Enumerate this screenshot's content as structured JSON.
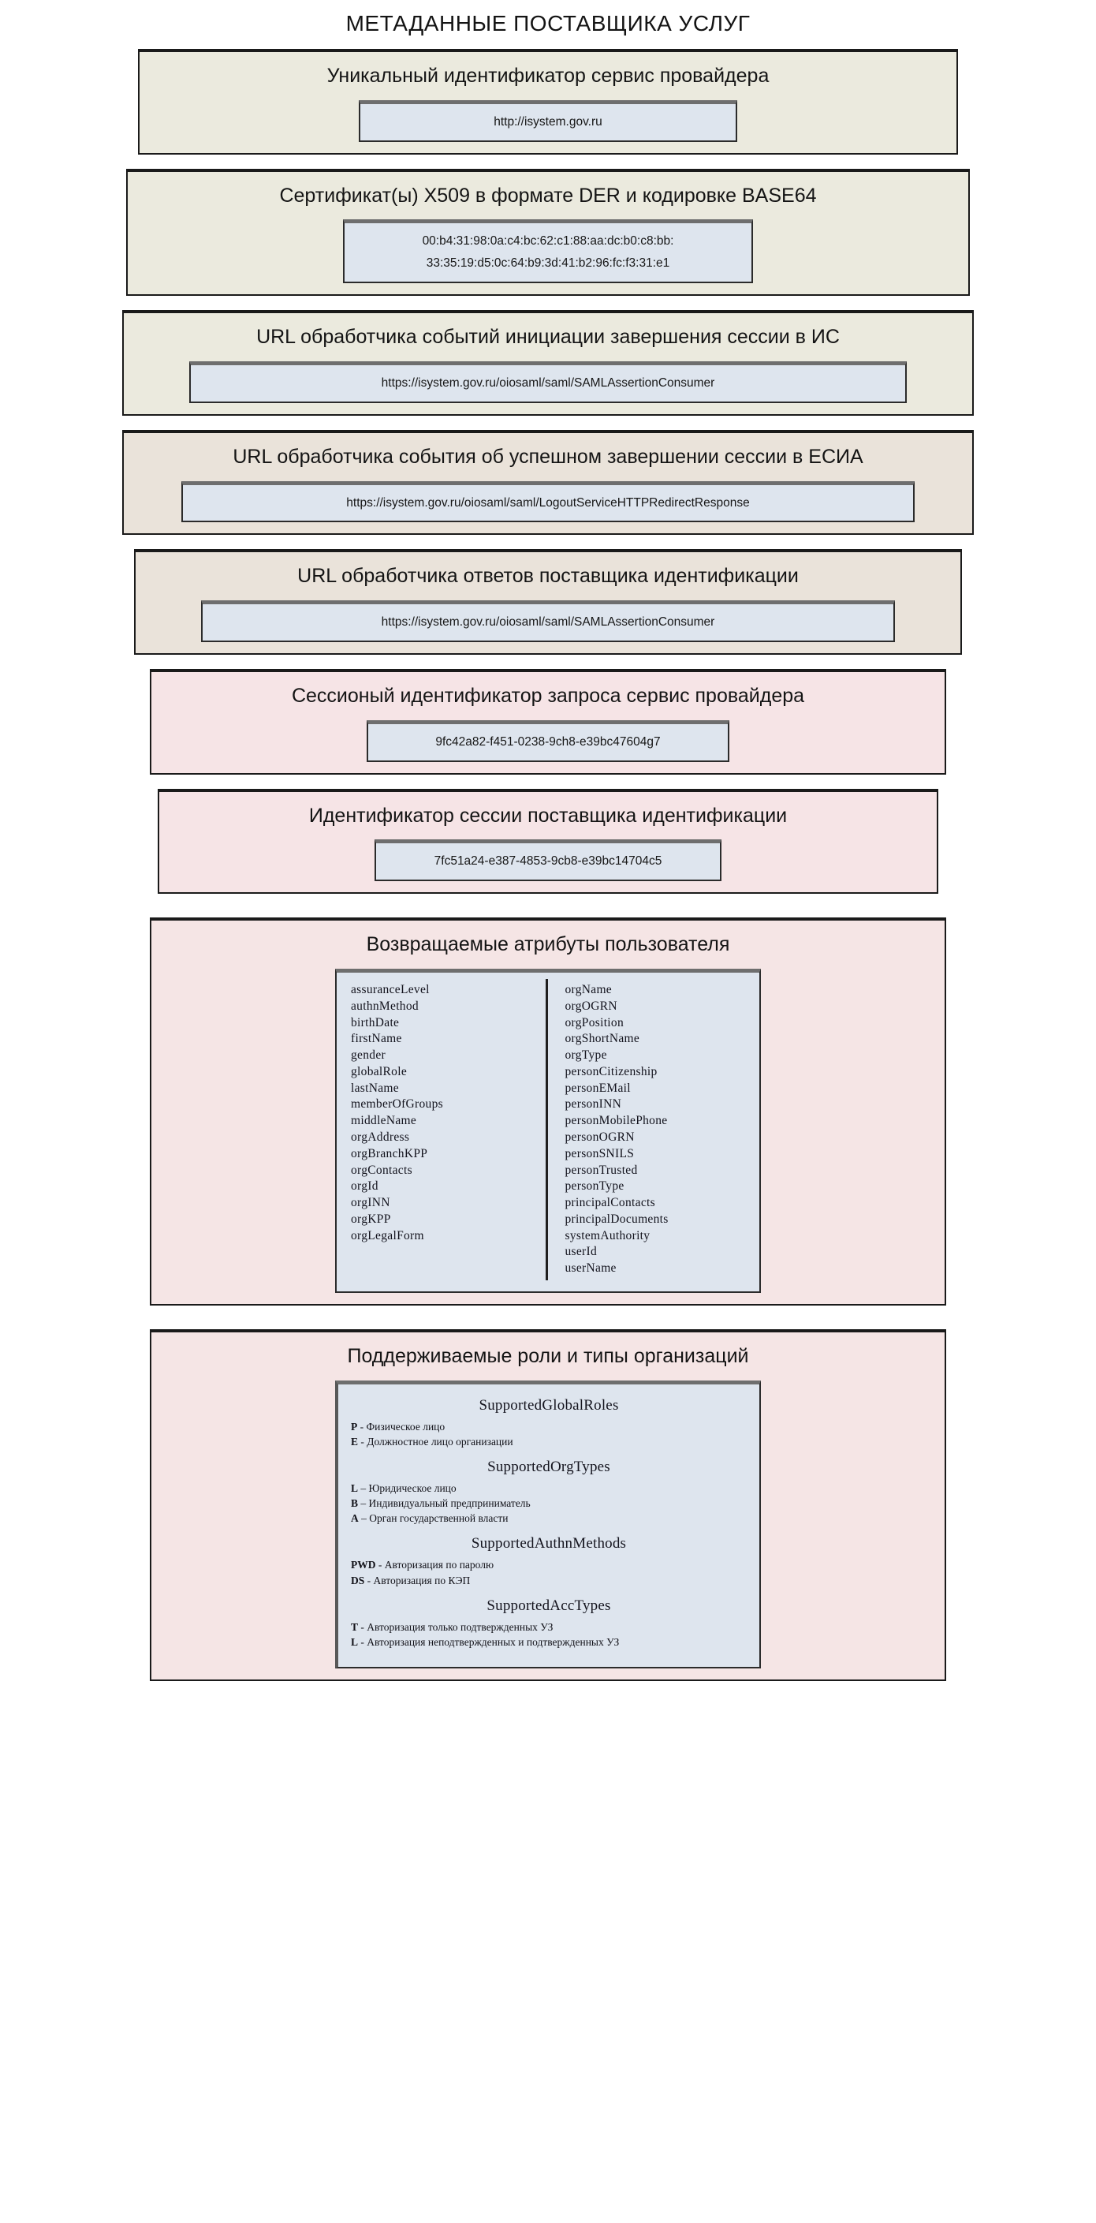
{
  "page": {
    "title": "МЕТАДАННЫЕ ПОСТАВЩИКА УСЛУГ"
  },
  "blocks": [
    {
      "name": "unique-service-provider-id",
      "title": "Уникальный идентификатор сервис провайдера",
      "value": "http://isystem.gov.ru",
      "bg": "#ebeade"
    },
    {
      "name": "x509-certificate",
      "title": "Сертификат(ы) X509 в формате DER и кодировке BASE64",
      "value_line1": "00:b4:31:98:0a:c4:bc:62:c1:88:aa:dc:b0:c8:bb:",
      "value_line2": "33:35:19:d5:0c:64:b9:3d:41:b2:96:fc:f3:31:e1",
      "bg": "#ebeade"
    },
    {
      "name": "logout-initiation-url",
      "title": "URL обработчика событий инициации завершения сессии в ИС",
      "value": "https://isystem.gov.ru/oiosaml/saml/SAMLAssertionConsumer",
      "bg": "#ebeade"
    },
    {
      "name": "logout-success-url",
      "title": "URL обработчика события об успешном завершении сессии в ЕСИА",
      "value": "https://isystem.gov.ru/oiosaml/saml/LogoutServiceHTTPRedirectResponse",
      "bg": "#eae3da"
    },
    {
      "name": "idp-response-handler-url",
      "title": "URL обработчика ответов поставщика идентификации",
      "value": "https://isystem.gov.ru/oiosaml/saml/SAMLAssertionConsumer",
      "bg": "#eae3da"
    },
    {
      "name": "sp-session-request-id",
      "title": "Сессионый идентификатор запроса сервис провайдера",
      "value": "9fc42a82-f451-0238-9ch8-e39bc47604g7",
      "bg": "#f6e4e6"
    },
    {
      "name": "idp-session-id",
      "title": "Идентификатор сессии поставщика идентификации",
      "value": "7fc51a24-e387-4853-9cb8-e39bc14704c5",
      "bg": "#f6e4e6"
    }
  ],
  "attributes_block": {
    "name": "returned-user-attributes",
    "title": "Возвращаемые атрибуты пользователя",
    "bg": "#f5e5e5",
    "column_left": [
      "assuranceLevel",
      "authnMethod",
      "birthDate",
      "firstName",
      "gender",
      "globalRole",
      "lastName",
      "memberOfGroups",
      "middleName",
      "orgAddress",
      "orgBranchKPP",
      "orgContacts",
      "orgId",
      "orgINN",
      "orgKPP",
      "orgLegalForm"
    ],
    "column_right": [
      "orgName",
      "orgOGRN",
      "orgPosition",
      "orgShortName",
      "orgType",
      "personCitizenship",
      "personEMail",
      "personINN",
      "personMobilePhone",
      "personOGRN",
      "personSNILS",
      "personTrusted",
      "personType",
      "principalContacts",
      "principalDocuments",
      "systemAuthority",
      "userId",
      "userName"
    ]
  },
  "roles_block": {
    "name": "supported-roles-and-org-types",
    "title": "Поддерживаемые роли и типы организаций",
    "bg": "#f5e5e5",
    "groups": [
      {
        "heading": "SupportedGlobalRoles",
        "items": [
          {
            "code": "P",
            "sep": "-",
            "text": "Физическое лицо"
          },
          {
            "code": "E",
            "sep": "-",
            "text": "Должностное лицо организации"
          }
        ]
      },
      {
        "heading": "SupportedOrgTypes",
        "items": [
          {
            "code": "L",
            "sep": "–",
            "text": "Юридическое лицо"
          },
          {
            "code": "B",
            "sep": "–",
            "text": "Индивидуальный предприниматель"
          },
          {
            "code": "A",
            "sep": "–",
            "text": "Орган государственной власти"
          }
        ]
      },
      {
        "heading": "SupportedAuthnMethods",
        "items": [
          {
            "code": "PWD",
            "sep": "-",
            "text": "Авторизация по паролю"
          },
          {
            "code": "DS",
            "sep": "-",
            "text": "Авторизация по КЭП"
          }
        ]
      },
      {
        "heading": "SupportedAccTypes",
        "items": [
          {
            "code": "T",
            "sep": "-",
            "text": "Авторизация только подтвержденных УЗ"
          },
          {
            "code": "L",
            "sep": "-",
            "text": "Авторизация неподтвержденных и подтвержденных УЗ"
          }
        ]
      }
    ]
  }
}
